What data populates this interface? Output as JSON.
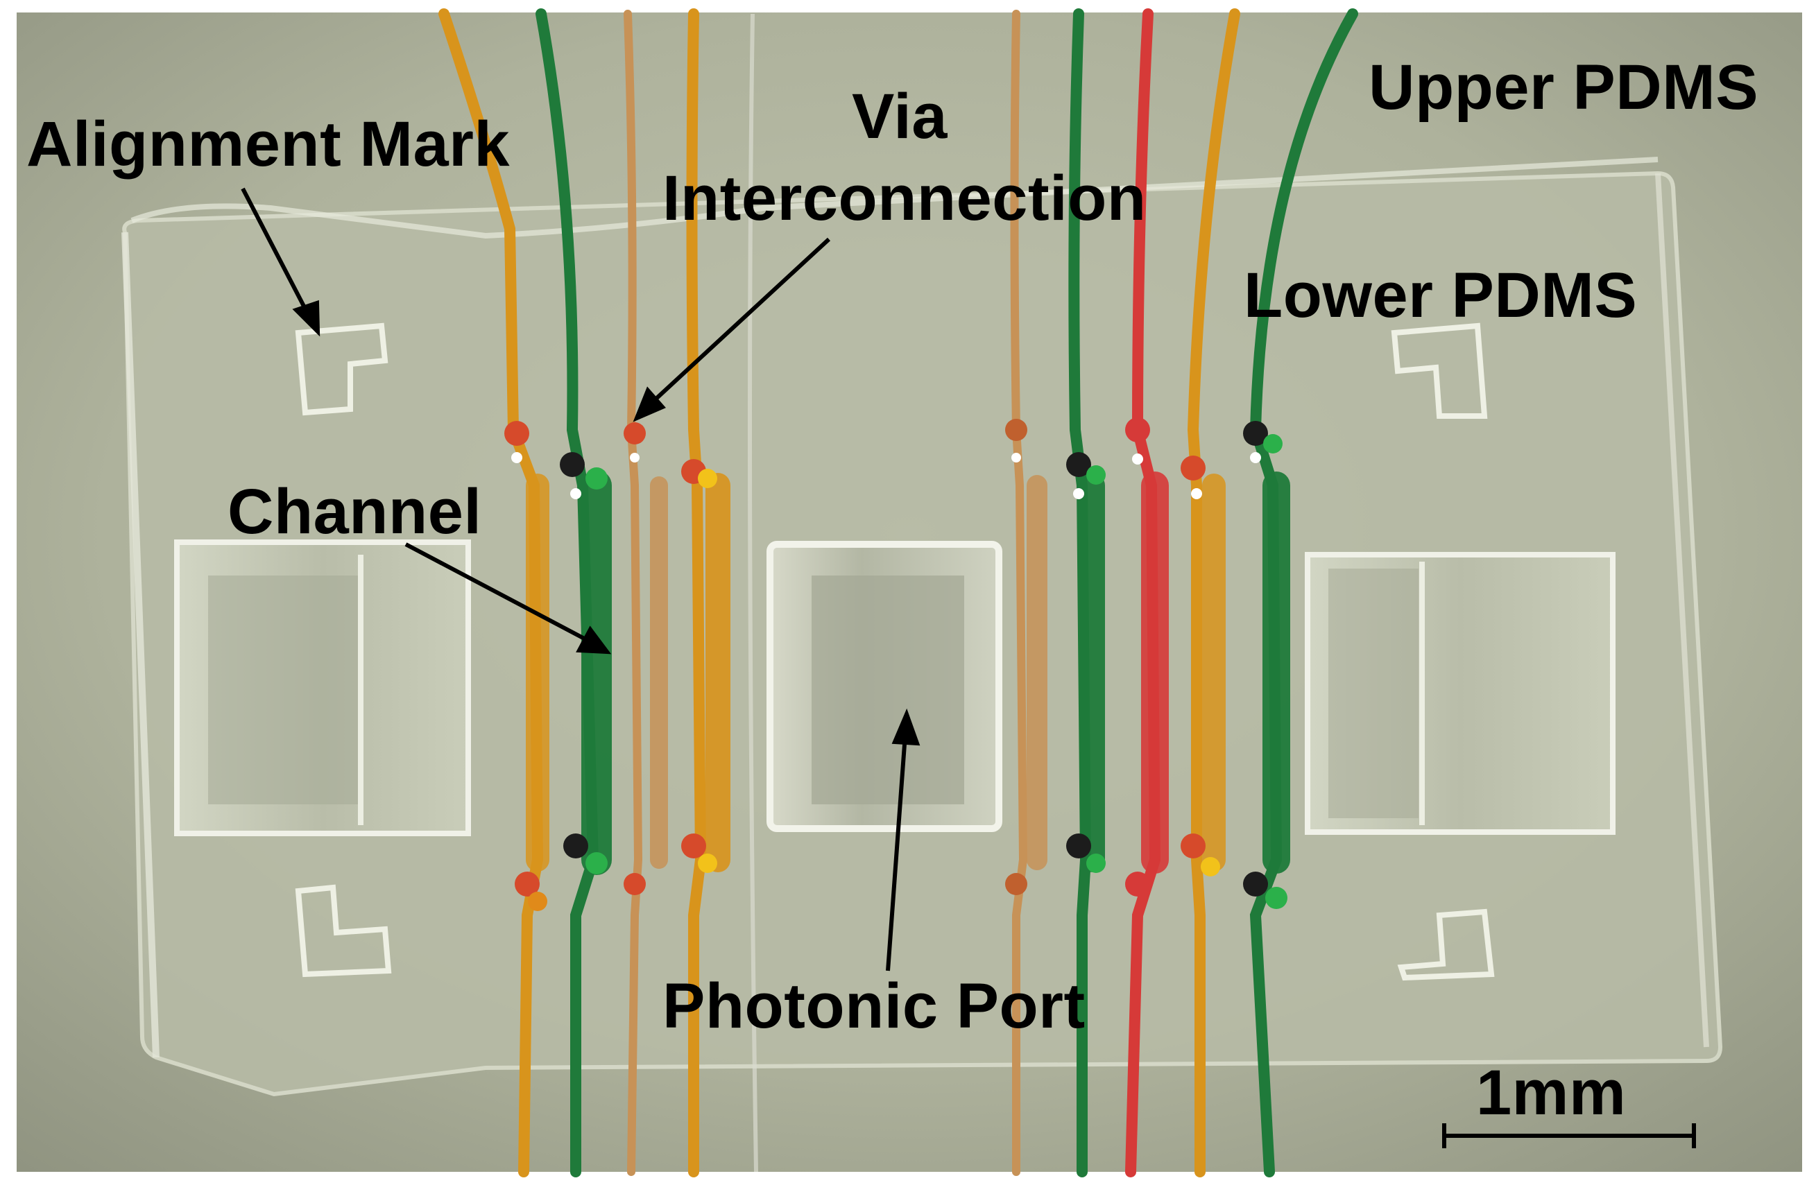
{
  "figure": {
    "labels": {
      "alignment_mark": "Alignment Mark",
      "via_line1": "Via",
      "via_line2": "Interconnection",
      "upper_pdms": "Upper PDMS",
      "lower_pdms": "Lower PDMS",
      "channel": "Channel",
      "photonic_port": "Photonic Port",
      "scale_bar": "1mm"
    },
    "colors": {
      "background": "#a9ad97",
      "orange_channel": "#d8941c",
      "green_channel": "#1f7a3a",
      "red_channel": "#d63a38",
      "tan_channel": "#c79257",
      "label": "#000000"
    }
  }
}
